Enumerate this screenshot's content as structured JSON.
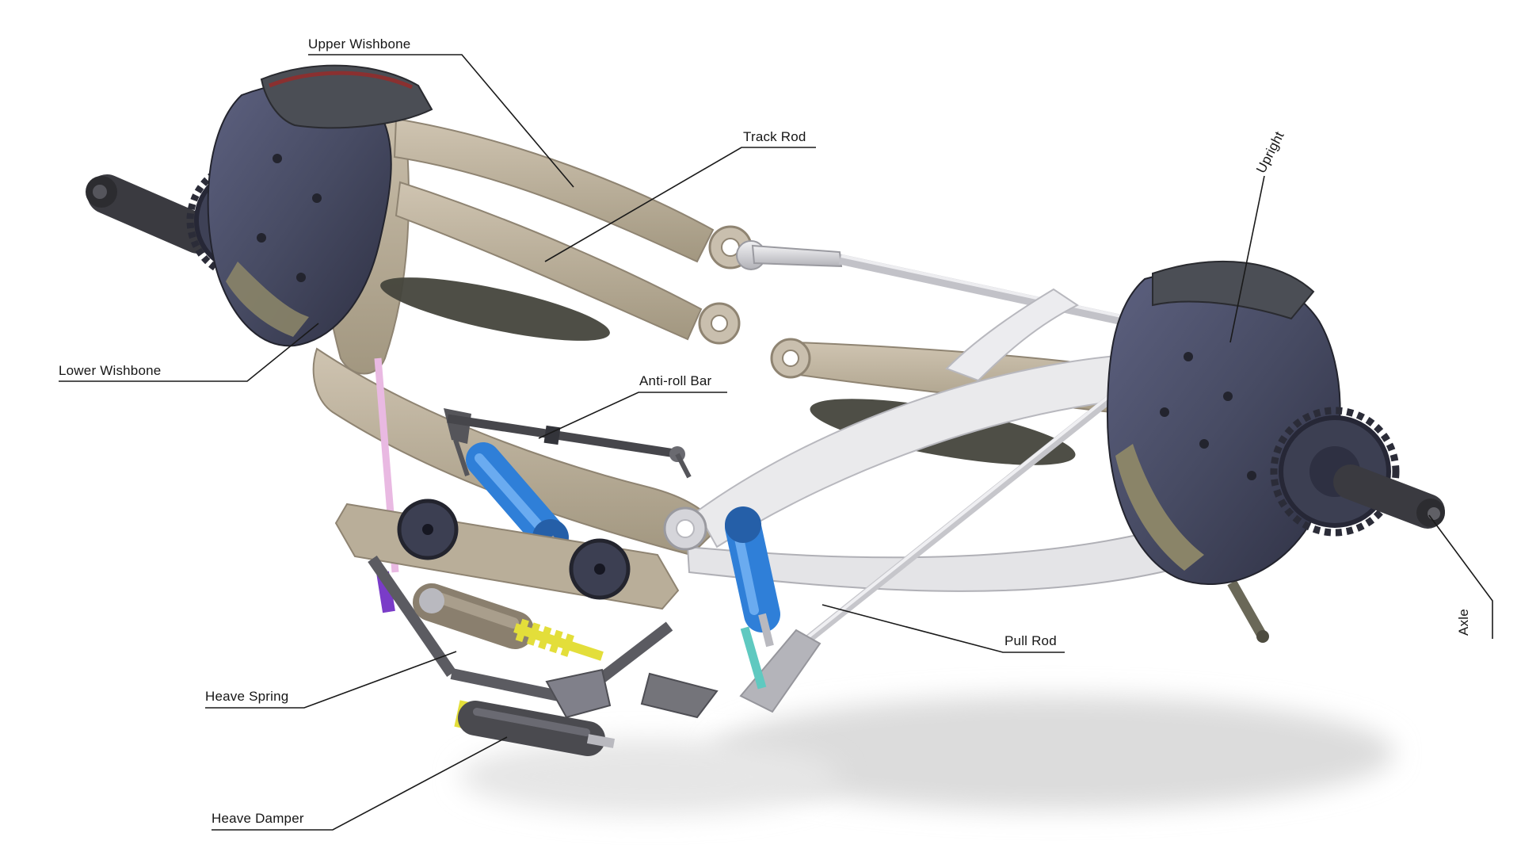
{
  "diagram": {
    "labels": {
      "upper_wishbone": "Upper Wishbone",
      "track_rod": "Track Rod",
      "upright": "Upright",
      "lower_wishbone": "Lower Wishbone",
      "anti_roll_bar": "Anti-roll Bar",
      "pull_rod": "Pull Rod",
      "axle": "Axle",
      "heave_spring": "Heave Spring",
      "heave_damper": "Heave Damper"
    },
    "colors": {
      "background": "#ffffff",
      "label_ink": "#161616",
      "wishbone_tan": "#b9ae99",
      "upright_slate": "#474b63",
      "metal_silver": "#c6c6cb",
      "damper_blue": "#2f7fd8",
      "spring_yellow": "#e3de3a",
      "heave_damper_gray": "#4a4a4f",
      "torsion_pink": "#e9b9e2",
      "accent_purple": "#7a3cc8",
      "link_teal": "#5fc9c0"
    }
  }
}
